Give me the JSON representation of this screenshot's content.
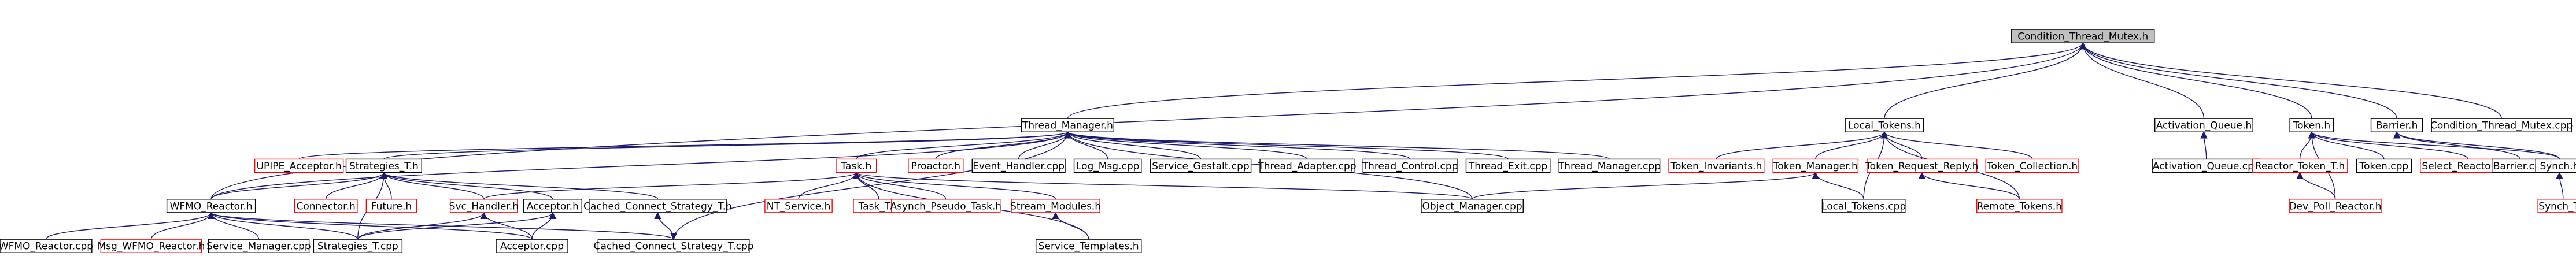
{
  "diagram": {
    "type": "include-dependency-graph",
    "colors": {
      "edge": "#191970",
      "documented_border": "#000000",
      "undocumented_border": "#ff0000",
      "root_fill": "#c0c0c0"
    },
    "nodes": [
      {
        "id": "root",
        "label": "Condition_Thread_Mutex.h",
        "style": "root"
      },
      {
        "id": "tm",
        "label": "Thread_Manager.h",
        "style": "black"
      },
      {
        "id": "lt",
        "label": "Local_Tokens.h",
        "style": "black"
      },
      {
        "id": "aq",
        "label": "Activation_Queue.h",
        "style": "black"
      },
      {
        "id": "tok",
        "label": "Token.h",
        "style": "black"
      },
      {
        "id": "bar",
        "label": "Barrier.h",
        "style": "black"
      },
      {
        "id": "ctmcpp",
        "label": "Condition_Thread_Mutex.cpp",
        "style": "black"
      },
      {
        "id": "upipe",
        "label": "UPIPE_Acceptor.h",
        "style": "red"
      },
      {
        "id": "strat",
        "label": "Strategies_T.h",
        "style": "black"
      },
      {
        "id": "task",
        "label": "Task.h",
        "style": "red"
      },
      {
        "id": "proactor",
        "label": "Proactor.h",
        "style": "red"
      },
      {
        "id": "evh",
        "label": "Event_Handler.cpp",
        "style": "black"
      },
      {
        "id": "logmsg",
        "label": "Log_Msg.cpp",
        "style": "black"
      },
      {
        "id": "svcg",
        "label": "Service_Gestalt.cpp",
        "style": "black"
      },
      {
        "id": "thad",
        "label": "Thread_Adapter.cpp",
        "style": "black"
      },
      {
        "id": "thctl",
        "label": "Thread_Control.cpp",
        "style": "black"
      },
      {
        "id": "thexit",
        "label": "Thread_Exit.cpp",
        "style": "black"
      },
      {
        "id": "thmcpp",
        "label": "Thread_Manager.cpp",
        "style": "black"
      },
      {
        "id": "tinv",
        "label": "Token_Invariants.h",
        "style": "red"
      },
      {
        "id": "tman",
        "label": "Token_Manager.h",
        "style": "red"
      },
      {
        "id": "treq",
        "label": "Token_Request_Reply.h",
        "style": "red"
      },
      {
        "id": "tcol",
        "label": "Token_Collection.h",
        "style": "red"
      },
      {
        "id": "aqcpp",
        "label": "Activation_Queue.cpp",
        "style": "black"
      },
      {
        "id": "rtok",
        "label": "Reactor_Token_T.h",
        "style": "red"
      },
      {
        "id": "tokcpp",
        "label": "Token.cpp",
        "style": "black"
      },
      {
        "id": "selr",
        "label": "Select_Reactor_T.h",
        "style": "red"
      },
      {
        "id": "barcpp",
        "label": "Barrier.cpp",
        "style": "black"
      },
      {
        "id": "synch",
        "label": "Synch.h",
        "style": "black"
      },
      {
        "id": "wfmo",
        "label": "WFMO_Reactor.h",
        "style": "black"
      },
      {
        "id": "conn",
        "label": "Connector.h",
        "style": "red"
      },
      {
        "id": "fut",
        "label": "Future.h",
        "style": "red"
      },
      {
        "id": "svch",
        "label": "Svc_Handler.h",
        "style": "red"
      },
      {
        "id": "acc",
        "label": "Acceptor.h",
        "style": "black"
      },
      {
        "id": "cccs",
        "label": "Cached_Connect_Strategy_T.h",
        "style": "black"
      },
      {
        "id": "nts",
        "label": "NT_Service.h",
        "style": "red"
      },
      {
        "id": "taskt",
        "label": "Task_T.h",
        "style": "red"
      },
      {
        "id": "apt",
        "label": "Asynch_Pseudo_Task.h",
        "style": "red"
      },
      {
        "id": "smod",
        "label": "Stream_Modules.h",
        "style": "red"
      },
      {
        "id": "objm",
        "label": "Object_Manager.cpp",
        "style": "black"
      },
      {
        "id": "ltcpp",
        "label": "Local_Tokens.cpp",
        "style": "black"
      },
      {
        "id": "rtokh",
        "label": "Remote_Tokens.h",
        "style": "red"
      },
      {
        "id": "dpr",
        "label": "Dev_Poll_Reactor.h",
        "style": "red"
      },
      {
        "id": "synt",
        "label": "Synch_T.h",
        "style": "red"
      },
      {
        "id": "wfmocpp",
        "label": "WFMO_Reactor.cpp",
        "style": "black"
      },
      {
        "id": "msgwfmo",
        "label": "Msg_WFMO_Reactor.h",
        "style": "red"
      },
      {
        "id": "smcpp",
        "label": "Service_Manager.cpp",
        "style": "black"
      },
      {
        "id": "stcpp",
        "label": "Strategies_T.cpp",
        "style": "black"
      },
      {
        "id": "acccpp",
        "label": "Acceptor.cpp",
        "style": "black"
      },
      {
        "id": "cccscpp",
        "label": "Cached_Connect_Strategy_T.cpp",
        "style": "black"
      },
      {
        "id": "stemp",
        "label": "Service_Templates.h",
        "style": "black"
      }
    ]
  }
}
